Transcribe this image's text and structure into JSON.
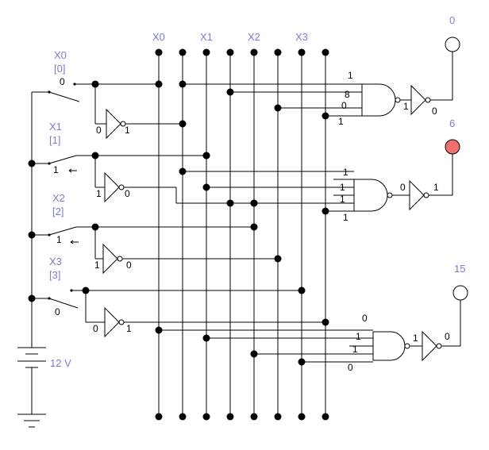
{
  "bus_labels": [
    "X0",
    "X1",
    "X2",
    "X3"
  ],
  "switches": [
    {
      "name": "X0",
      "index": "[0]",
      "state": "0"
    },
    {
      "name": "X1",
      "index": "[1]",
      "state": "1"
    },
    {
      "name": "X2",
      "index": "[2]",
      "state": "1"
    },
    {
      "name": "X3",
      "index": "[3]",
      "state": "0"
    }
  ],
  "input_inverters": [
    {
      "in": "0",
      "out": "1"
    },
    {
      "in": "1",
      "out": "0"
    },
    {
      "in": "1",
      "out": "0"
    },
    {
      "in": "0",
      "out": "1"
    }
  ],
  "decoders": [
    {
      "inputs": [
        "1",
        "8",
        "0",
        "1"
      ],
      "nand_out": "1",
      "inv_out": "0",
      "probe_label": "0",
      "probe_on": false
    },
    {
      "inputs": [
        "1",
        "1",
        "1",
        "1"
      ],
      "nand_out": "0",
      "inv_out": "1",
      "probe_label": "6",
      "probe_on": true
    },
    {
      "inputs": [
        "0",
        "1",
        "1",
        "0"
      ],
      "nand_out": "1",
      "inv_out": "0",
      "probe_label": "15",
      "probe_on": false
    }
  ],
  "battery": {
    "label": "12 V"
  },
  "colors": {
    "wire": "#000000",
    "label": "#7b7bd4",
    "probe_on": "#f07070",
    "probe_off": "#ffffff"
  }
}
